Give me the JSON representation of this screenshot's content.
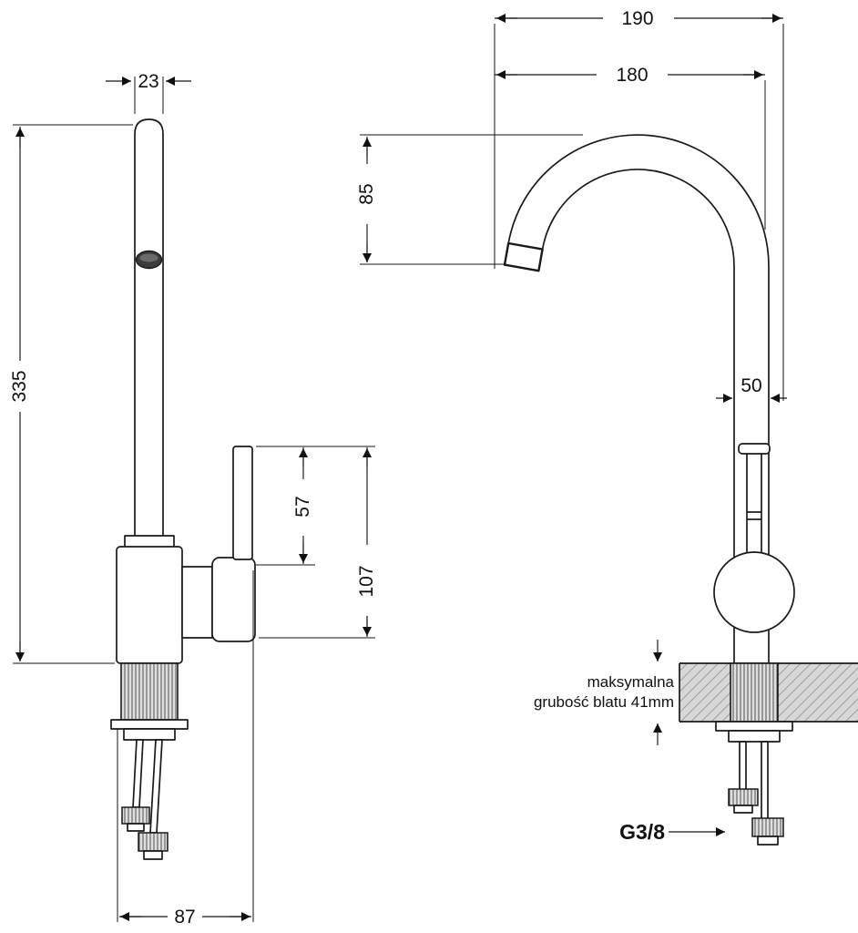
{
  "drawing": {
    "left": {
      "spout_width": "23",
      "total_height": "335",
      "handle_length": "57",
      "body_height": "107",
      "base_depth": "87"
    },
    "right": {
      "total_reach": "190",
      "spout_reach": "180",
      "spout_drop": "85",
      "body_width": "50",
      "countertop_note_line1": "maksymalna",
      "countertop_note_line2": "grubość blatu 41mm",
      "thread_spec": "G3/8"
    },
    "colors": {
      "line": "#1a1a1a",
      "countertop_fill": "#d7d7d7",
      "countertop_hatch": "#8f8f8f"
    }
  }
}
